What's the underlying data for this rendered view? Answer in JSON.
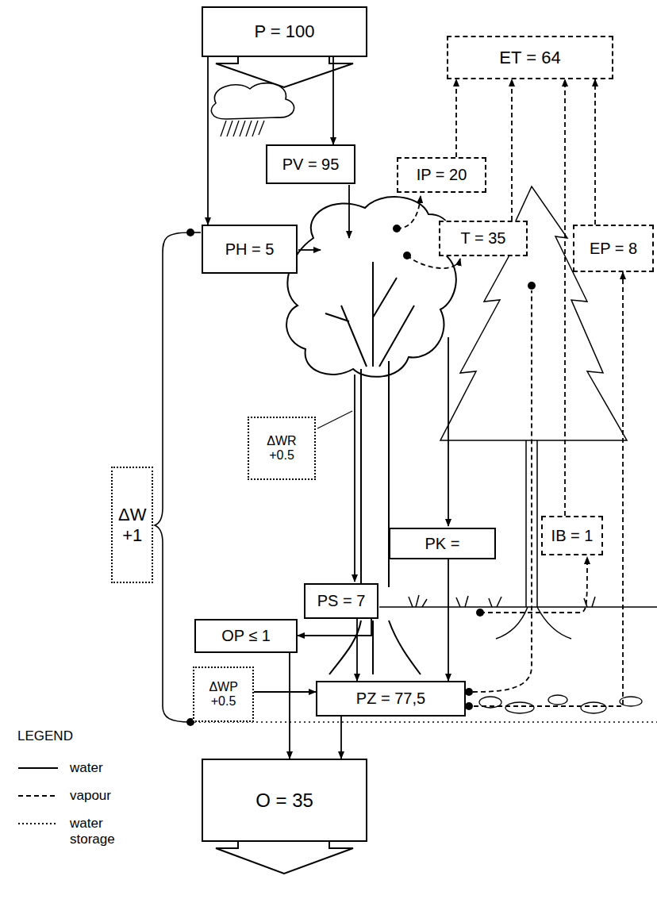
{
  "diagram": {
    "nodes": [
      {
        "text": [
          "P = 100"
        ]
      },
      {
        "text": [
          "ET = 64"
        ]
      },
      {
        "text": [
          "PV = 95"
        ]
      },
      {
        "text": [
          "IP = 20"
        ]
      },
      {
        "text": [
          "PH = 5"
        ]
      },
      {
        "text": [
          "T = 35"
        ]
      },
      {
        "text": [
          "EP = 8"
        ]
      },
      {
        "text": [
          "ΔW +1"
        ]
      },
      {
        "text": [
          "ΔWR +0.5"
        ]
      },
      {
        "text": [
          "PK ="
        ]
      },
      {
        "text": [
          "IB = 1"
        ]
      },
      {
        "text": [
          "PS = 7"
        ]
      },
      {
        "text": [
          "OP ≤ 1"
        ]
      },
      {
        "text": [
          "ΔWP +0.5"
        ]
      },
      {
        "text": [
          "PZ = 77,5"
        ]
      },
      {
        "text": [
          "O = 35"
        ]
      }
    ],
    "edges": [
      {
        "from": 0,
        "to": 2,
        "arrow": "to"
      },
      {
        "from": 0,
        "to": 4,
        "arrow": "to"
      },
      {
        "from": 3,
        "to": 1,
        "arrow": "to"
      },
      {
        "from": 5,
        "to": 1,
        "arrow": "to"
      },
      {
        "from": 6,
        "to": 1,
        "arrow": "to"
      },
      {
        "from": 10,
        "to": 1,
        "arrow": "to"
      },
      {
        "from": 9,
        "to": 14,
        "arrow": "to"
      },
      {
        "from": 11,
        "to": 14,
        "arrow": "to"
      },
      {
        "from": 11,
        "to": 12,
        "arrow": "to"
      },
      {
        "from": 12,
        "to": 15,
        "arrow": "to"
      },
      {
        "from": 14,
        "to": 15,
        "arrow": "to"
      },
      {
        "from": 13,
        "to": 14,
        "arrow": "to"
      },
      {
        "from": 14,
        "to": 6,
        "arrow": "to"
      }
    ],
    "labels": [
      "LEGEND"
    ],
    "legend": [
      {
        "text": "water"
      },
      {
        "text": "vapour"
      },
      {
        "text": "water storage"
      }
    ]
  }
}
